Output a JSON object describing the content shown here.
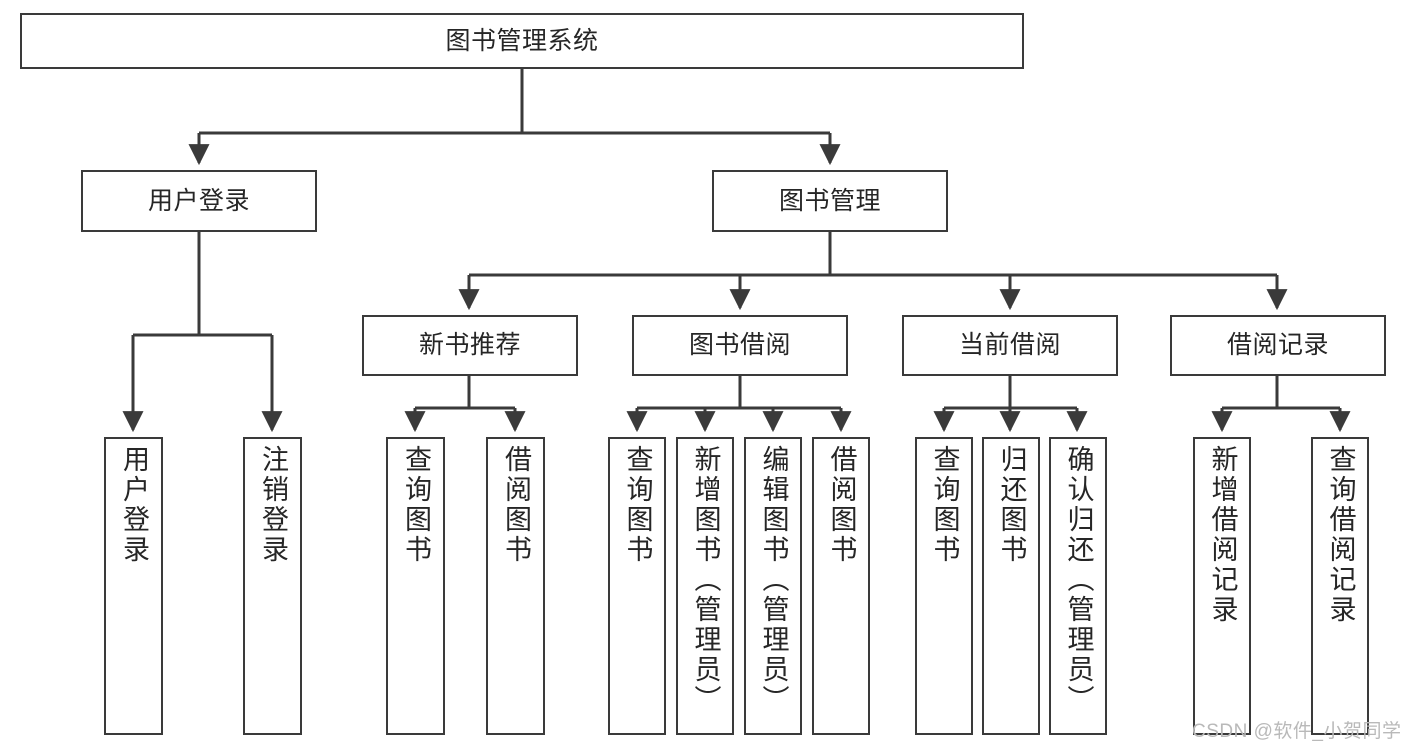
{
  "diagram": {
    "type": "tree-hierarchy",
    "title": "图书管理系统",
    "watermark": "CSDN @软件_小贺同学",
    "colors": {
      "box_border": "#3a3a3a",
      "box_fill": "#ffffff",
      "connector": "#3a3a3a",
      "text": "#262626",
      "watermark": "#b9b9b9",
      "background": "#ffffff"
    },
    "levels": {
      "root": {
        "label": "图书管理系统"
      },
      "level2": [
        {
          "label": "用户登录"
        },
        {
          "label": "图书管理"
        }
      ],
      "level3": [
        {
          "label": "新书推荐"
        },
        {
          "label": "图书借阅"
        },
        {
          "label": "当前借阅"
        },
        {
          "label": "借阅记录"
        }
      ],
      "leaves": {
        "user_login": [
          {
            "label": "用户登录"
          },
          {
            "label": "注销登录"
          }
        ],
        "new_book_recommend": [
          {
            "label": "查询图书"
          },
          {
            "label": "借阅图书"
          }
        ],
        "book_borrow": [
          {
            "label": "查询图书"
          },
          {
            "label": "新增图书（管理员）"
          },
          {
            "label": "编辑图书（管理员）"
          },
          {
            "label": "借阅图书"
          }
        ],
        "current_borrow": [
          {
            "label": "查询图书"
          },
          {
            "label": "归还图书"
          },
          {
            "label": "确认归还（管理员）"
          }
        ],
        "borrow_records": [
          {
            "label": "新增借阅记录"
          },
          {
            "label": "查询借阅记录"
          }
        ]
      }
    }
  }
}
